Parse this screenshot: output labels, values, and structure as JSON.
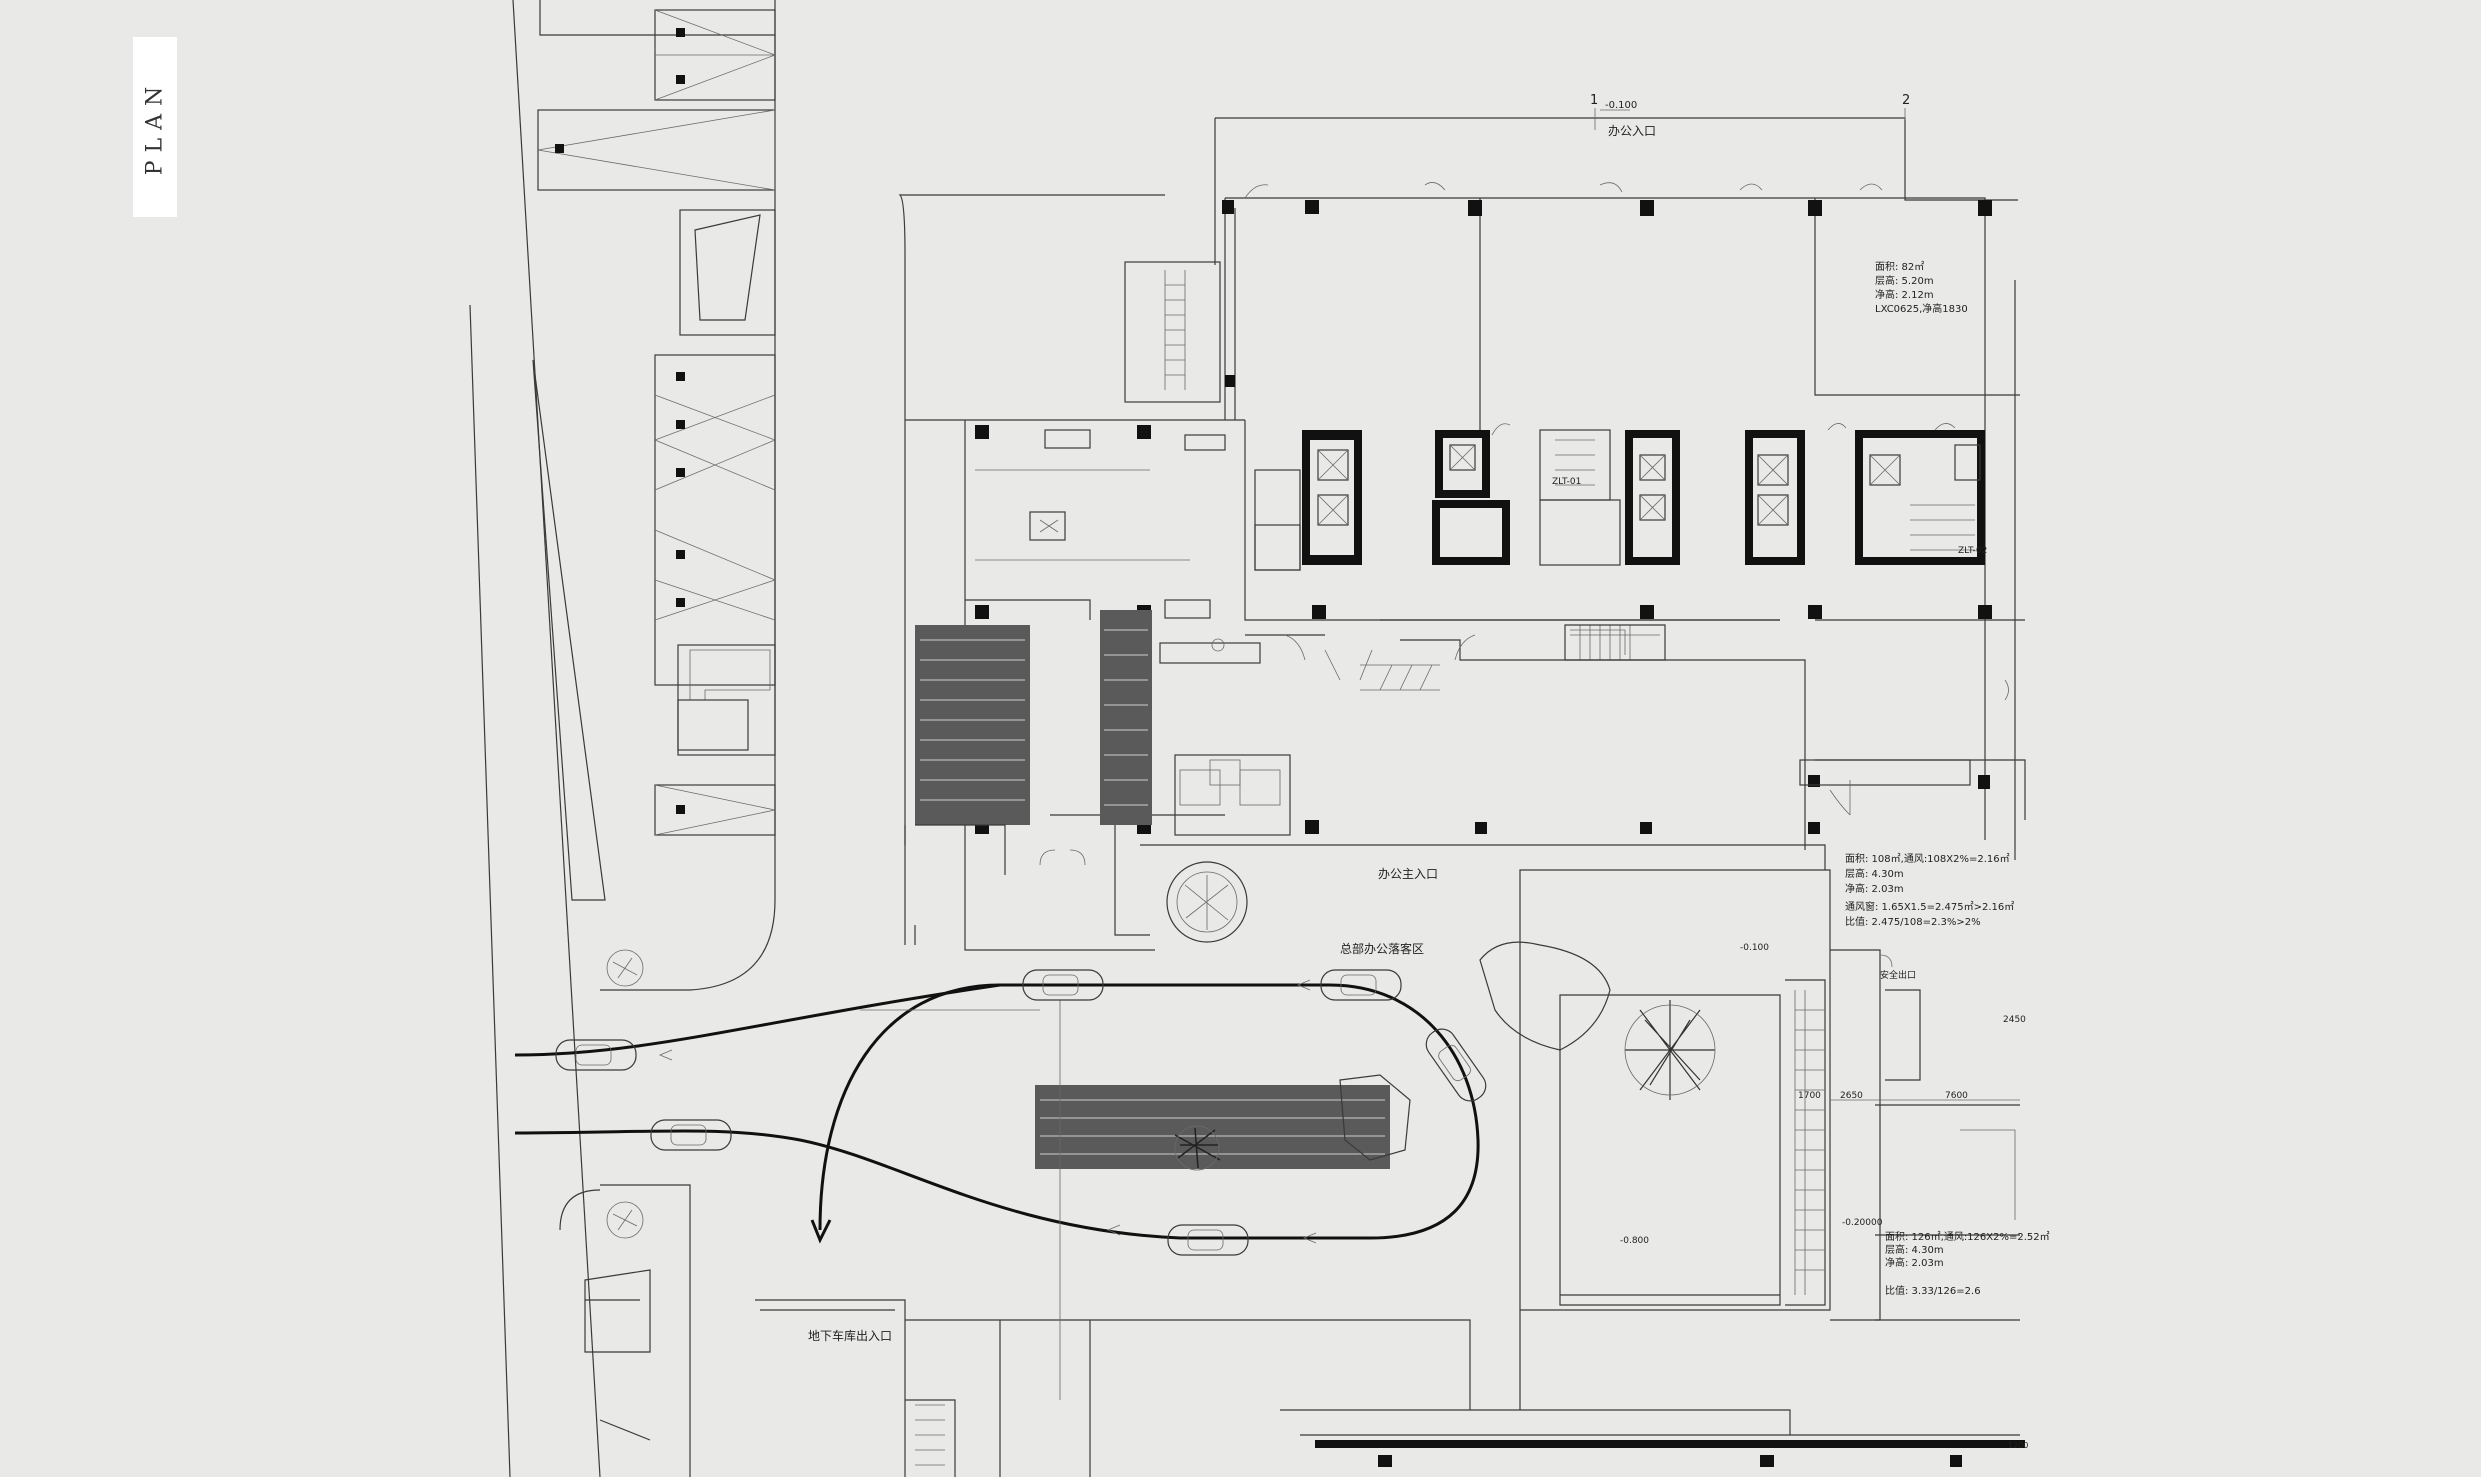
{
  "sheet": {
    "tab_label": "PLAN"
  },
  "grid_markers": {
    "axis_1": "1",
    "axis_2": "2"
  },
  "levels": {
    "top": "-0.100",
    "plaza": "-0.100",
    "garden": "-0.800",
    "lower": "-0.20000"
  },
  "labels": {
    "office_entrance": "办公入口",
    "office_main_entrance": "办公主入口",
    "hq_drop_off": "总部办公落客区",
    "garage_entrance": "地下车库出入口",
    "safety_exit": "安全出口",
    "core_left": "ZLT-01",
    "core_right": "ZLT-02"
  },
  "room_notes": {
    "upper_right": [
      "面积: 82㎡",
      "层高: 5.20m",
      "净高: 2.12m",
      "LXC0625,净高1830"
    ],
    "mid_right": [
      "面积: 108㎡,通风:108X2%=2.16㎡",
      "层高: 4.30m",
      "净高: 2.03m",
      "通风窗: 1.65X1.5=2.475㎡>2.16㎡",
      "比值: 2.475/108=2.3%>2%"
    ],
    "low_right": [
      "面积: 126㎡,通风:126X2%=2.52㎡",
      "层高: 4.30m",
      "净高: 2.03m",
      "比值: 3.33/126=2.6"
    ]
  },
  "dimensions": [
    "1700",
    "2650",
    "7600",
    "2450",
    "1200"
  ],
  "colors": {
    "background": "#e9e9e7",
    "ink": "#222222",
    "wall": "#111111"
  }
}
